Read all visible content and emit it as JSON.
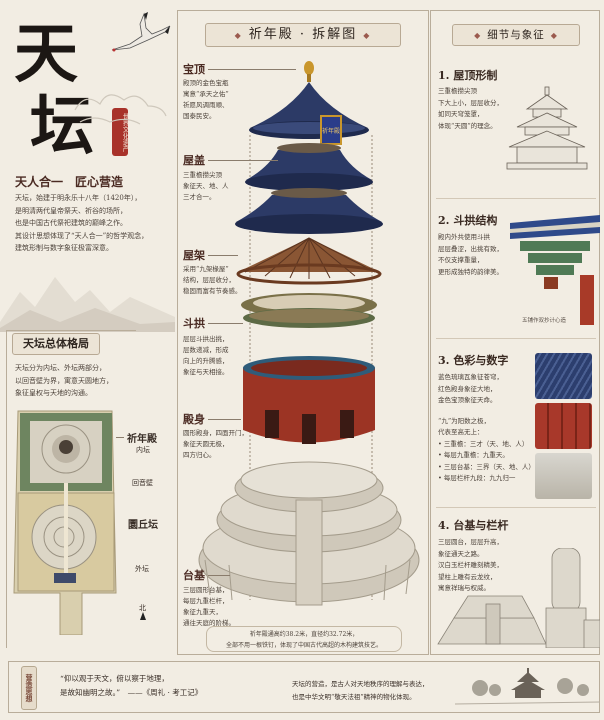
{
  "title": {
    "char1": "天",
    "char2": "坛",
    "seal": "世界文化遗产"
  },
  "intro": {
    "heading": "天人合一　匠心营造",
    "lines": [
      "天坛，始建于明永乐十八年（1420年），",
      "是明清两代皇帝祭天、祈谷的场所，",
      "也是中国古代祭祀建筑的巅峰之作。",
      "其设计思想体现了“天人合一”的哲学观念，",
      "建筑形制与数字象征极富深意。"
    ]
  },
  "layout": {
    "heading": "天坛总体格局",
    "lines": [
      "天坛分为内坛、外坛两部分，",
      "以回音壁为界，寓意天圆地方，",
      "象征皇权与天地的沟通。"
    ],
    "map_labels": {
      "hall": "祈年殿",
      "inner": "内坛",
      "echo_wall": "回音壁",
      "mound": "圜丘坛",
      "outer": "外坛",
      "north": "北"
    }
  },
  "exploded": {
    "heading": "祈年殿 · 拆解图",
    "plaque": "祈年殿",
    "parts": [
      {
        "name": "宝顶",
        "lines": [
          "殿顶的金色宝瓶",
          "寓意“承天之佑”",
          "祈愿风调雨顺、",
          "国泰民安。"
        ]
      },
      {
        "name": "屋盖",
        "lines": [
          "三重檐攒尖顶",
          "象征天、地、人",
          "三才合一。"
        ]
      },
      {
        "name": "屋架",
        "lines": [
          "采用“九架椽屋”",
          "结构，层层收分，",
          "稳固而富有节奏感。"
        ]
      },
      {
        "name": "斗拱",
        "lines": [
          "层层斗拱出挑，",
          "层数递减，形成",
          "向上的升腾感，",
          "象征与天相接。"
        ]
      },
      {
        "name": "殿身",
        "lines": [
          "圆形殿身，四面开门，",
          "象征天圆无极，",
          "四方归心。"
        ]
      },
      {
        "name": "台基",
        "lines": [
          "三层圆形台基，",
          "每层九重栏杆，",
          "象征九重天，",
          "通往天庭的阶梯。"
        ]
      }
    ],
    "caption": [
      "祈年殿通高约38.2米，直径约32.72米，",
      "全部不用一根铁钉，体现了中国古代高超的木构建筑技艺。"
    ]
  },
  "details": {
    "heading": "细节与象征",
    "sections": [
      {
        "title": "1. 屋顶形制",
        "lines": [
          "三重檐攒尖顶",
          "下大上小，层层收分，",
          "如同天穹笼罩，",
          "体现“天圆”的理念。"
        ]
      },
      {
        "title": "2. 斗拱结构",
        "lines": [
          "殿内外共使用斗拱",
          "层层叠涩，出挑有致，",
          "不仅支撑重量，",
          "更形成独特的韵律美。"
        ],
        "caption": "五铺作双抄计心造"
      },
      {
        "title": "3. 色彩与数字",
        "lines": [
          "蓝色琉璃瓦象征苍穹，",
          "红色殿身象征大地，",
          "金色宝顶象征天命。"
        ],
        "lines2": [
          "“九”为阳数之极，",
          "代表至高无上："
        ],
        "bullets": [
          "三重檐：三才（天、地、人）",
          "每层九重檐：九重天。",
          "三层台基：三界（天、地、人）",
          "每层栏杆九段：九九归一"
        ]
      },
      {
        "title": "4. 台基与栏杆",
        "lines": [
          "三层圆台，层层升高，",
          "象征通天之路。",
          "汉白玉栏杆雕刻精美，",
          "望柱上雕有云龙纹，",
          "寓意祥瑞与权威。"
        ]
      }
    ]
  },
  "footer": {
    "label": "营造思想",
    "quote": [
      "“仰以观于天文，俯以察于地理，",
      "是故知幽明之故。”　——《周礼 · 考工记》"
    ],
    "summary": [
      "天坛的营造，是古人对天地秩序的理解与表达，",
      "也是中华文明“敬天法祖”精神的物化体现。"
    ]
  },
  "colors": {
    "background": "#f2ede3",
    "roof_blue": "#2c3a66",
    "hall_red": "#9c3424",
    "gold": "#c9962c",
    "seal_red": "#a8322a",
    "marble": "#d9d3c7"
  }
}
